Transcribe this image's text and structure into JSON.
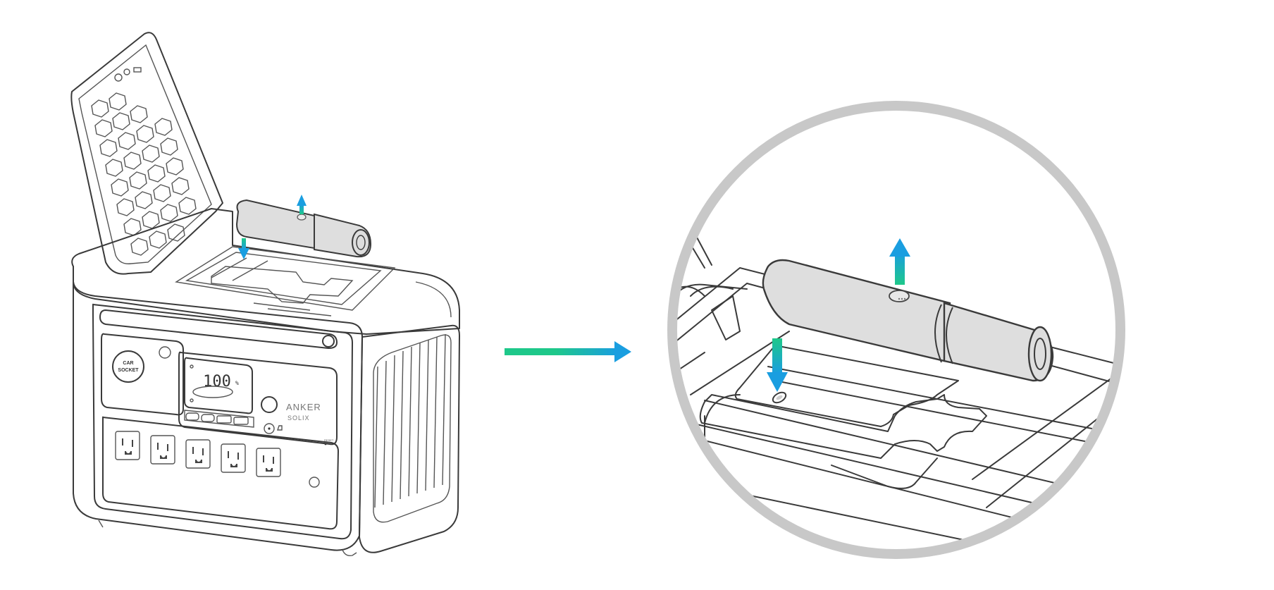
{
  "device": {
    "car_socket_label_1": "CAR",
    "car_socket_label_2": "SOCKET",
    "display_value": "100",
    "display_units": "%",
    "brand_line_1": "ANKER",
    "brand_line_2": "SOLIX",
    "reset_label": "RESET"
  },
  "colors": {
    "arrow_green": "#1ec88a",
    "arrow_blue": "#1a9ee0",
    "zoom_ring": "#c8c8c8",
    "handle_fill": "#dedede",
    "line": "#3a3a3a"
  },
  "icons": [
    "arrow-up-icon",
    "arrow-down-icon",
    "arrow-right-icon"
  ]
}
